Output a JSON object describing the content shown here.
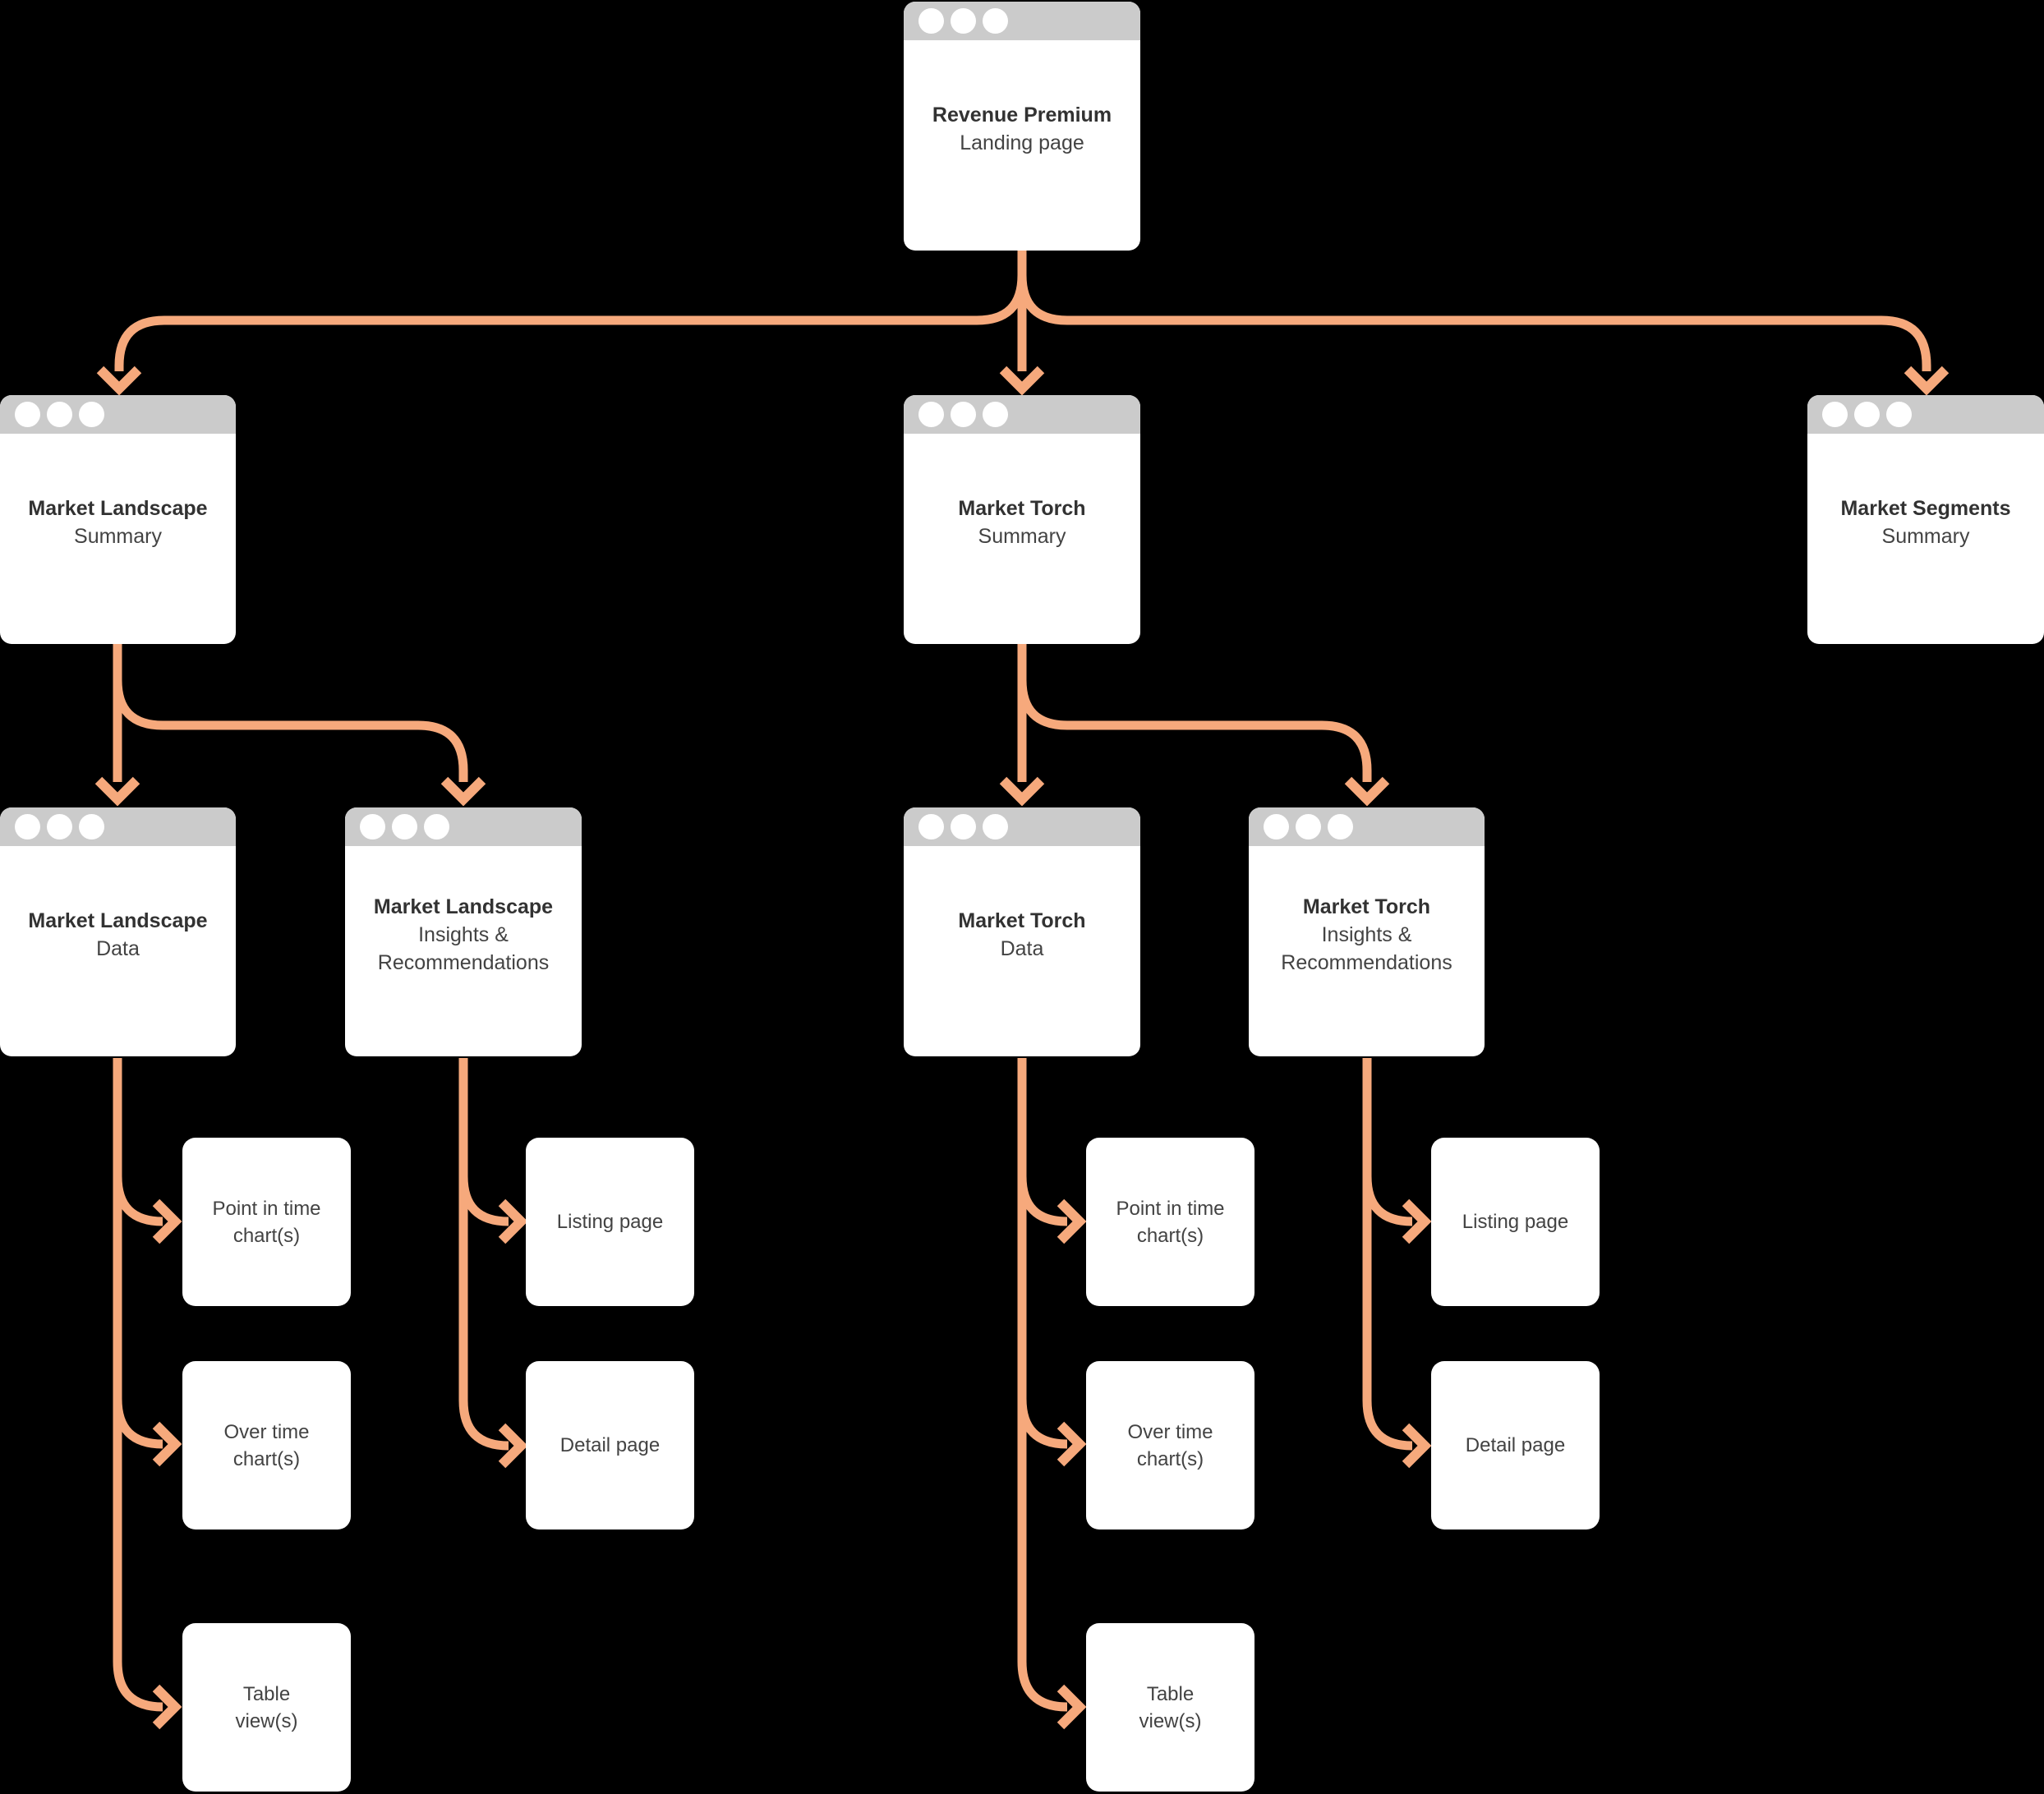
{
  "colors": {
    "accent": "#f6a97c",
    "window_bar": "#cbcbcb",
    "window_bg": "#ffffff",
    "canvas_bg": "#000000",
    "title_text": "#323232",
    "body_text": "#434343"
  },
  "windows": {
    "root": {
      "title": "Revenue Premium",
      "subtitle": "Landing page"
    },
    "ml_summary": {
      "title": "Market Landscape",
      "subtitle": "Summary"
    },
    "mt_summary": {
      "title": "Market Torch",
      "subtitle": "Summary"
    },
    "ms_summary": {
      "title": "Market Segments",
      "subtitle": "Summary"
    },
    "ml_data": {
      "title": "Market Landscape",
      "subtitle": "Data"
    },
    "ml_insights": {
      "title": "Market Landscape",
      "subtitle": "Insights & Recommendations"
    },
    "mt_data": {
      "title": "Market Torch",
      "subtitle": "Data"
    },
    "mt_insights": {
      "title": "Market Torch",
      "subtitle": "Insights & Recommendations"
    }
  },
  "cards": {
    "ml_point_in_time": {
      "line1": "Point in time",
      "line2": "chart(s)"
    },
    "ml_over_time": {
      "line1": "Over time",
      "line2": "chart(s)"
    },
    "ml_table_views": {
      "line1": "Table",
      "line2": "view(s)"
    },
    "ml_listing_page": {
      "line1": "Listing page",
      "line2": ""
    },
    "ml_detail_page": {
      "line1": "Detail page",
      "line2": ""
    },
    "mt_point_in_time": {
      "line1": "Point in time",
      "line2": "chart(s)"
    },
    "mt_over_time": {
      "line1": "Over time",
      "line2": "chart(s)"
    },
    "mt_table_views": {
      "line1": "Table",
      "line2": "view(s)"
    },
    "mt_listing_page": {
      "line1": "Listing page",
      "line2": ""
    },
    "mt_detail_page": {
      "line1": "Detail page",
      "line2": ""
    }
  }
}
